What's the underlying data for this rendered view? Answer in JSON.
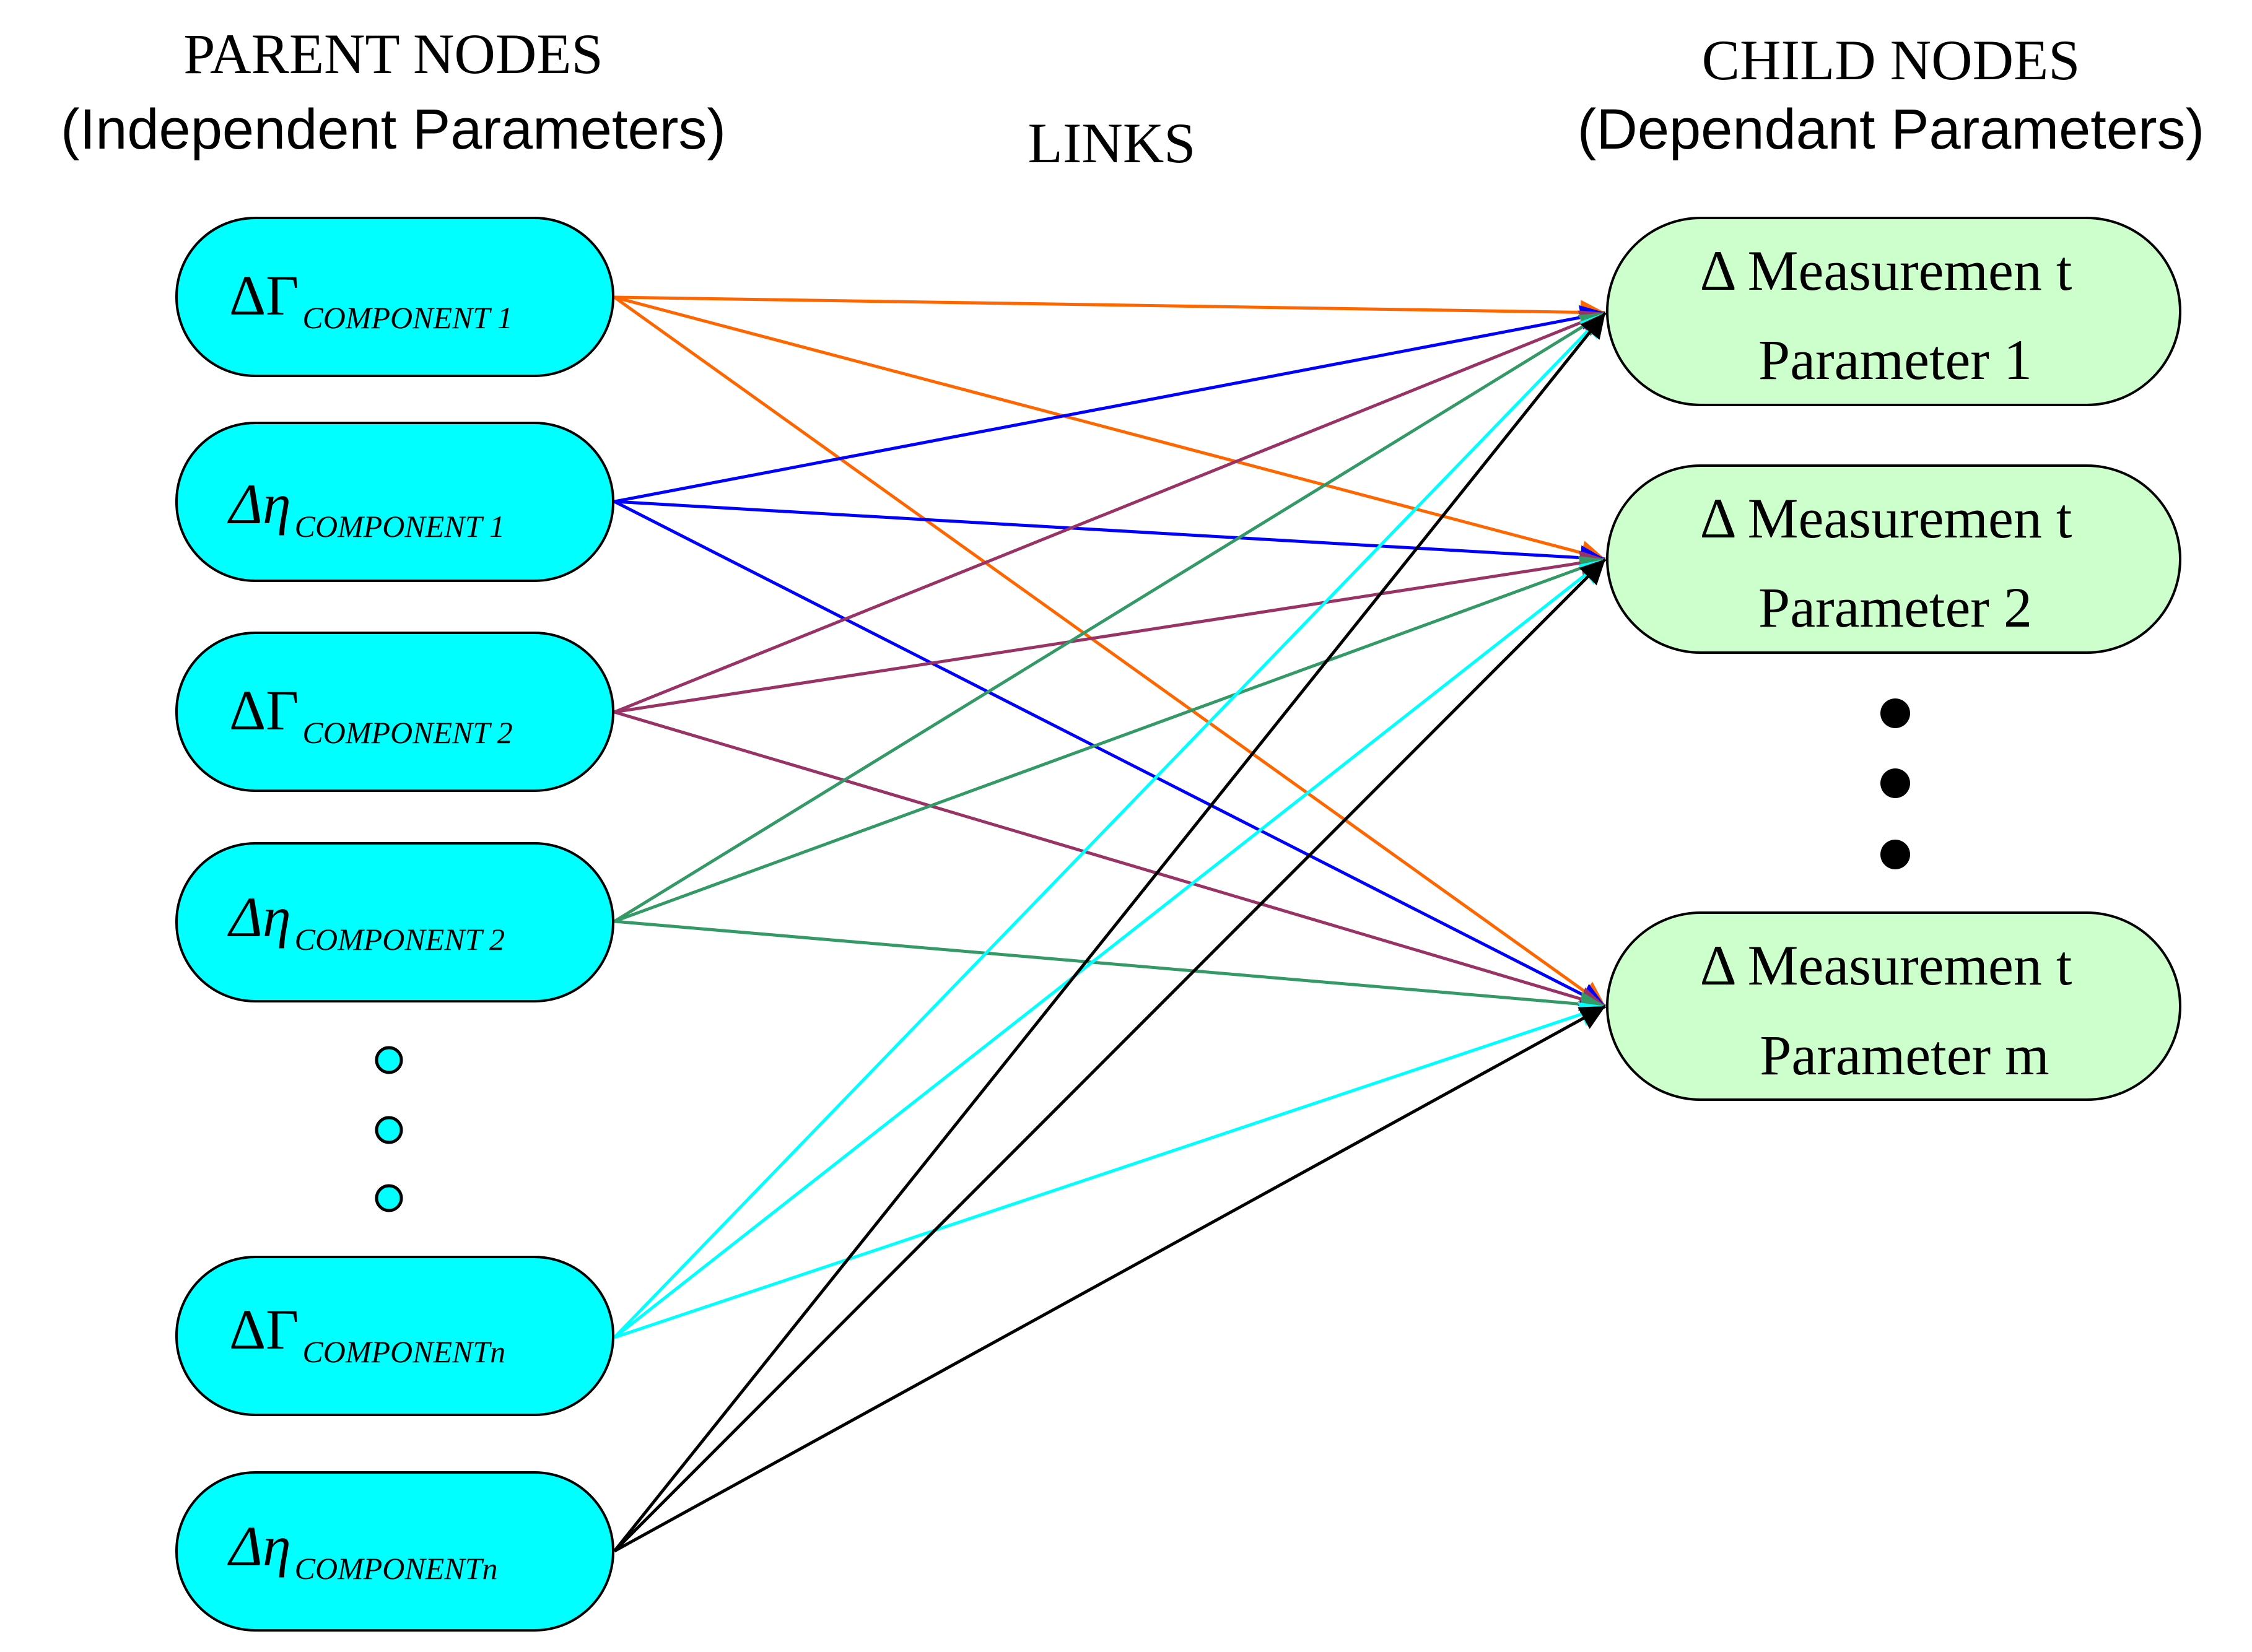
{
  "headers": {
    "parent_title": "PARENT NODES",
    "parent_subtitle": "(Independent Parameters)",
    "links_title": "LINKS",
    "child_title": "CHILD NODES",
    "child_subtitle": "(Dependant Parameters)"
  },
  "parent_nodes": [
    {
      "id": "p1",
      "symbol": "ΔΓ",
      "subscript": "COMPONENT 1"
    },
    {
      "id": "p2",
      "symbol": "Δη",
      "subscript": "COMPONENT 1"
    },
    {
      "id": "p3",
      "symbol": "ΔΓ",
      "subscript": "COMPONENT 2"
    },
    {
      "id": "p4",
      "symbol": "Δη",
      "subscript": "COMPONENT 2"
    },
    {
      "id": "p5",
      "symbol": "ΔΓ",
      "subscript": "COMPONENTn"
    },
    {
      "id": "p6",
      "symbol": "Δη",
      "subscript": "COMPONENTn"
    }
  ],
  "child_nodes": [
    {
      "id": "c1",
      "line1": "Δ Measuremen t",
      "line2": "Parameter 1"
    },
    {
      "id": "c2",
      "line1": "Δ Measuremen t",
      "line2": "Parameter 2"
    },
    {
      "id": "c3",
      "line1": "Δ Measuremen t",
      "line2": "Parameter m"
    }
  ],
  "colors": {
    "parent_fill": "#00ffff",
    "child_fill": "#ccffcc",
    "outline": "#000000",
    "p1_links": "#ff6600",
    "p2_links": "#0000ff",
    "p3_links": "#993366",
    "p4_links": "#339966",
    "p5_links": "#00ffff",
    "p6_links": "#000000"
  },
  "links": [
    {
      "from": "p1",
      "to": "c1",
      "color": "#ff6600"
    },
    {
      "from": "p1",
      "to": "c2",
      "color": "#ff6600"
    },
    {
      "from": "p1",
      "to": "c3",
      "color": "#ff6600"
    },
    {
      "from": "p2",
      "to": "c1",
      "color": "#0000ff"
    },
    {
      "from": "p2",
      "to": "c2",
      "color": "#0000ff"
    },
    {
      "from": "p2",
      "to": "c3",
      "color": "#0000ff"
    },
    {
      "from": "p3",
      "to": "c1",
      "color": "#993366"
    },
    {
      "from": "p3",
      "to": "c2",
      "color": "#993366"
    },
    {
      "from": "p3",
      "to": "c3",
      "color": "#993366"
    },
    {
      "from": "p4",
      "to": "c1",
      "color": "#339966"
    },
    {
      "from": "p4",
      "to": "c2",
      "color": "#339966"
    },
    {
      "from": "p4",
      "to": "c3",
      "color": "#339966"
    },
    {
      "from": "p5",
      "to": "c1",
      "color": "#00ffff"
    },
    {
      "from": "p5",
      "to": "c2",
      "color": "#00ffff"
    },
    {
      "from": "p5",
      "to": "c3",
      "color": "#00ffff"
    },
    {
      "from": "p6",
      "to": "c1",
      "color": "#000000"
    },
    {
      "from": "p6",
      "to": "c2",
      "color": "#000000"
    },
    {
      "from": "p6",
      "to": "c3",
      "color": "#000000"
    }
  ]
}
